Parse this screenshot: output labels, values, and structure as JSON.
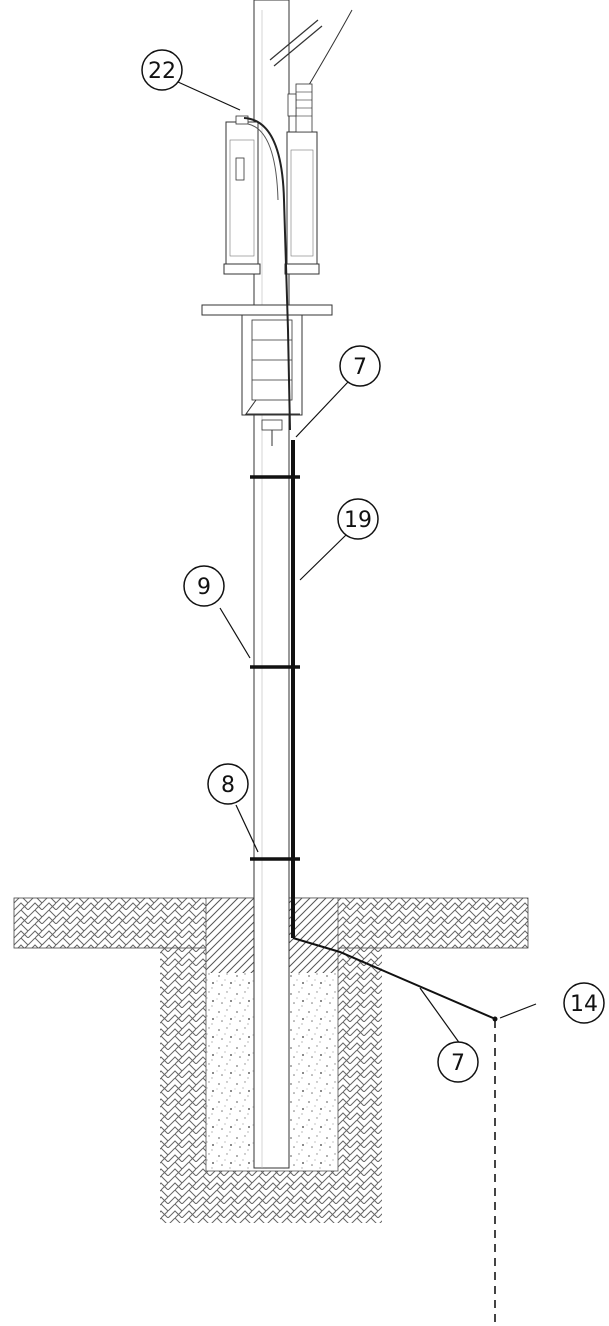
{
  "drawing": {
    "callouts": [
      {
        "id": "c22",
        "label": "22"
      },
      {
        "id": "c7a",
        "label": "7"
      },
      {
        "id": "c19",
        "label": "19"
      },
      {
        "id": "c9",
        "label": "9"
      },
      {
        "id": "c8",
        "label": "8"
      },
      {
        "id": "c14",
        "label": "14"
      },
      {
        "id": "c7b",
        "label": "7"
      }
    ]
  },
  "colors": {
    "line": "#111111",
    "hatch": "#555555",
    "concrete": "#8a8a8a"
  }
}
